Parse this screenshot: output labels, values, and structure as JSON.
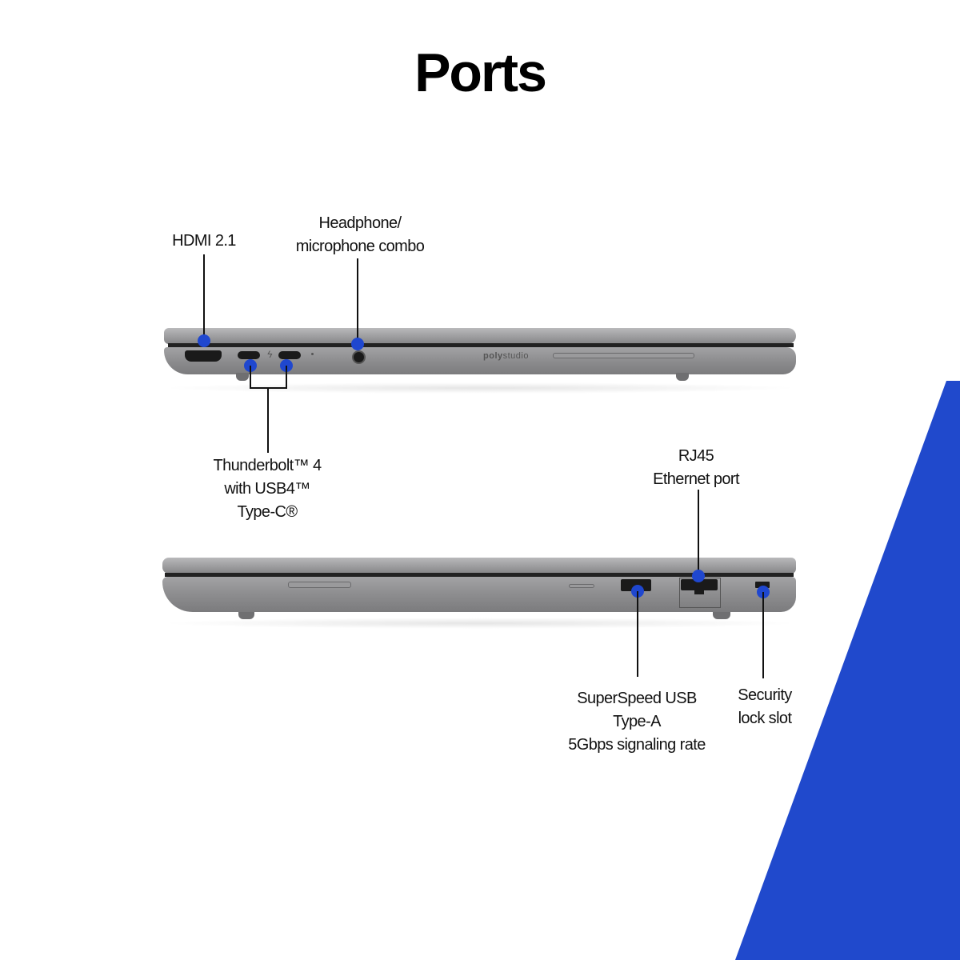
{
  "title": "Ports",
  "accent_color": "#1f47cf",
  "stripe_color": "#2049cc",
  "laptop_brand": {
    "bold": "poly",
    "light": "studio"
  },
  "left_side": {
    "labels": {
      "hdmi": "HDMI 2.1",
      "headphone_line1": "Headphone/",
      "headphone_line2": "microphone combo",
      "thunderbolt_line1": "Thunderbolt™ 4",
      "thunderbolt_line2": "with USB4™",
      "thunderbolt_line3": "Type-C®"
    }
  },
  "right_side": {
    "labels": {
      "rj45_line1": "RJ45",
      "rj45_line2": "Ethernet port",
      "usba_line1": "SuperSpeed USB",
      "usba_line2": "Type-A",
      "usba_line3": "5Gbps signaling rate",
      "lock_line1": "Security",
      "lock_line2": "lock slot"
    }
  }
}
